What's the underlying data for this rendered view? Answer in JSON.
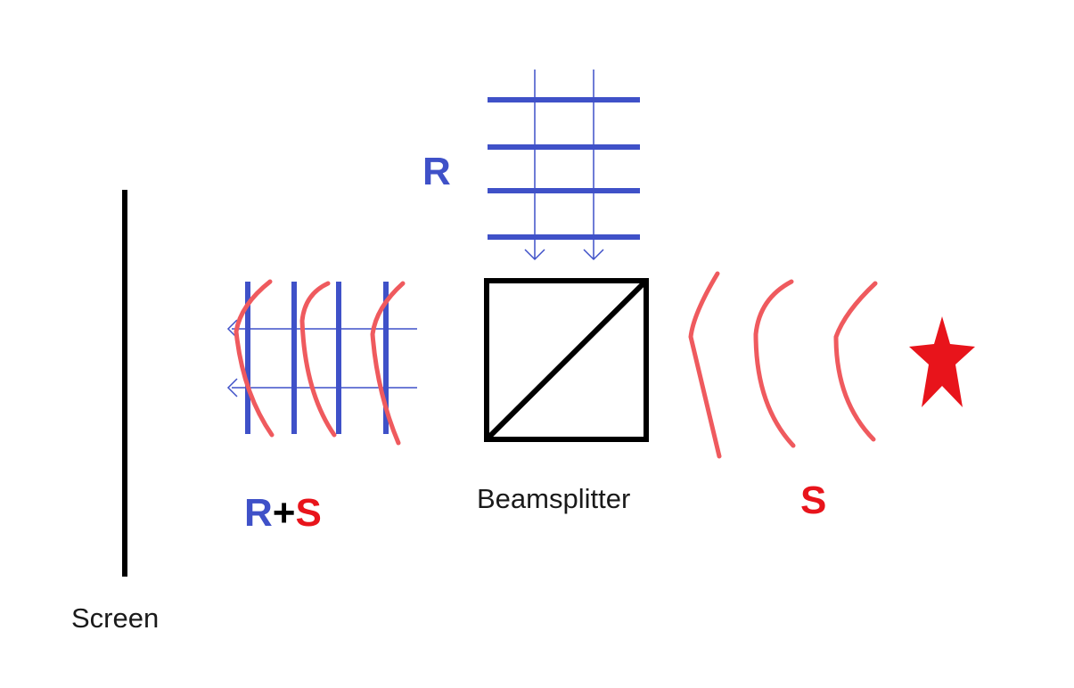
{
  "labels": {
    "reference": "R",
    "combined_r": "R",
    "combined_plus": "+",
    "combined_s": "S",
    "beamsplitter": "Beamsplitter",
    "signal": "S",
    "screen": "Screen"
  },
  "colors": {
    "reference": "#3f51c8",
    "signal": "#ef5a5e",
    "star": "#e8141b",
    "ink": "#000000"
  },
  "icons": {
    "source": "star-icon",
    "splitter": "beamsplitter-cube-icon"
  }
}
